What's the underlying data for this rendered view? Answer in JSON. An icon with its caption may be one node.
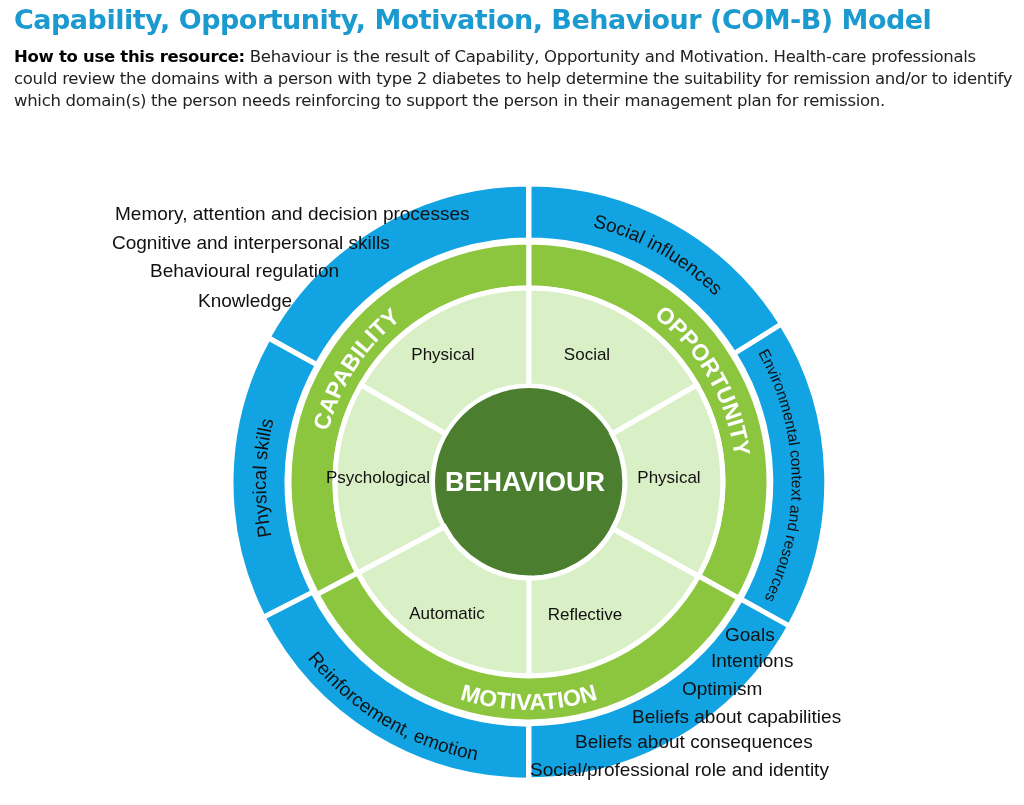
{
  "diagram": {
    "title": "Capability, Opportunity, Motivation, Behaviour (COM-B) Model",
    "nodes": [
      {
        "text": [
          "Memory, attention and decision processes",
          "Cognitive and interpersonal skills",
          "Behavioural regulation",
          "Knowledge"
        ]
      },
      {
        "text": [
          "Social influences"
        ]
      },
      {
        "text": [
          "CAPABILITY"
        ]
      },
      {
        "text": [
          "OPPORTUNITY"
        ]
      },
      {
        "text": [
          "Physical"
        ]
      },
      {
        "text": [
          "Social"
        ]
      },
      {
        "text": [
          "Physical skills"
        ]
      },
      {
        "text": [
          "Environmental context and resources"
        ]
      },
      {
        "text": [
          "Psychological"
        ]
      },
      {
        "text": [
          "BEHAVIOUR"
        ]
      },
      {
        "text": [
          "Physical"
        ]
      },
      {
        "text": [
          "Automatic"
        ]
      },
      {
        "text": [
          "Reflective"
        ]
      },
      {
        "text": [
          "MOTIVATION"
        ]
      },
      {
        "text": [
          "Reinforcement, emotion"
        ]
      },
      {
        "text": [
          "Goals",
          "Intentions",
          "Optimism",
          "Beliefs about capabilities",
          "Beliefs about consequences",
          "Social/professional role and identity"
        ]
      }
    ],
    "labels": [
      "**How to use this resource:** Behaviour is the result of Capability, Opportunity and Motivation. Health-care professionals could review the domains with a person with type 2 diabetes to help determine the suitability for remission and/or to identify which domain(s) the person needs reinforcing to support the person in their management plan for remission."
    ]
  }
}
